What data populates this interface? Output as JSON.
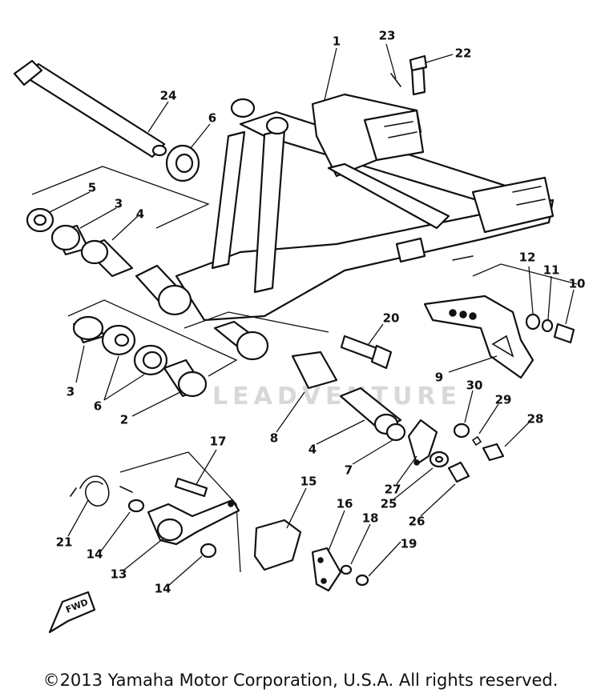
{
  "watermark": "LEADVENTURE",
  "fwd_label": "FWD",
  "copyright": "©2013 Yamaha Motor Corporation, U.S.A. All rights reserved.",
  "callouts": [
    {
      "id": "c1",
      "label": "1"
    },
    {
      "id": "c2",
      "label": "2"
    },
    {
      "id": "c3a",
      "label": "3"
    },
    {
      "id": "c3b",
      "label": "3"
    },
    {
      "id": "c4a",
      "label": "4"
    },
    {
      "id": "c4b",
      "label": "4"
    },
    {
      "id": "c5",
      "label": "5"
    },
    {
      "id": "c6a",
      "label": "6"
    },
    {
      "id": "c6b",
      "label": "6"
    },
    {
      "id": "c7",
      "label": "7"
    },
    {
      "id": "c8",
      "label": "8"
    },
    {
      "id": "c9",
      "label": "9"
    },
    {
      "id": "c10",
      "label": "10"
    },
    {
      "id": "c11",
      "label": "11"
    },
    {
      "id": "c12",
      "label": "12"
    },
    {
      "id": "c13",
      "label": "13"
    },
    {
      "id": "c14a",
      "label": "14"
    },
    {
      "id": "c14b",
      "label": "14"
    },
    {
      "id": "c15",
      "label": "15"
    },
    {
      "id": "c16",
      "label": "16"
    },
    {
      "id": "c17",
      "label": "17"
    },
    {
      "id": "c18",
      "label": "18"
    },
    {
      "id": "c19",
      "label": "19"
    },
    {
      "id": "c20",
      "label": "20"
    },
    {
      "id": "c21",
      "label": "21"
    },
    {
      "id": "c22",
      "label": "22"
    },
    {
      "id": "c23",
      "label": "23"
    },
    {
      "id": "c24",
      "label": "24"
    },
    {
      "id": "c25",
      "label": "25"
    },
    {
      "id": "c26",
      "label": "26"
    },
    {
      "id": "c27",
      "label": "27"
    },
    {
      "id": "c28",
      "label": "28"
    },
    {
      "id": "c29",
      "label": "29"
    },
    {
      "id": "c30",
      "label": "30"
    }
  ]
}
